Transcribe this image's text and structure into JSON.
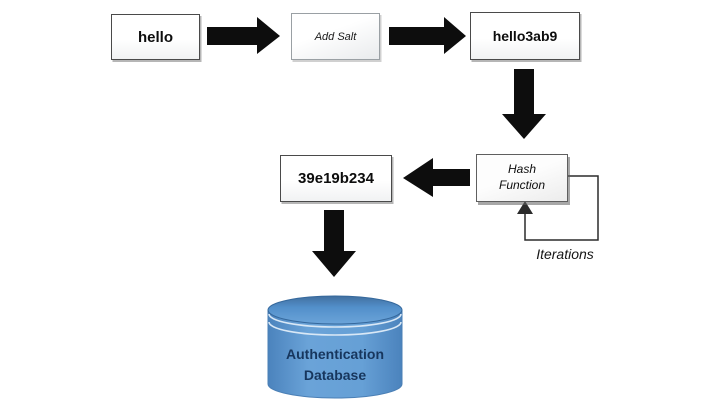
{
  "diagram": {
    "type": "flowchart",
    "subject": "password-salting-and-hashing-flow",
    "nodes": {
      "password_box": {
        "label": "hello"
      },
      "add_salt_box": {
        "label": "Add Salt"
      },
      "salted_box": {
        "label": "hello3ab9"
      },
      "hash_function_box": {
        "line1": "Hash",
        "line2": "Function"
      },
      "hash_output_box": {
        "label": "39e19b234"
      },
      "database": {
        "line1": "Authentication",
        "line2": "Database"
      }
    },
    "labels": {
      "iterations": "Iterations"
    },
    "edges": [
      {
        "from": "password_box",
        "to": "add_salt_box",
        "style": "block-arrow-right"
      },
      {
        "from": "add_salt_box",
        "to": "salted_box",
        "style": "block-arrow-right"
      },
      {
        "from": "salted_box",
        "to": "hash_function_box",
        "style": "block-arrow-down"
      },
      {
        "from": "hash_function_box",
        "to": "hash_output_box",
        "style": "block-arrow-left"
      },
      {
        "from": "hash_output_box",
        "to": "database",
        "style": "block-arrow-down"
      },
      {
        "from": "hash_function_box",
        "to": "hash_function_box",
        "style": "thin-loop",
        "label": "Iterations"
      }
    ],
    "colors": {
      "background": "#ffffff",
      "arrow_fill": "#0d0d0d",
      "loop_line": "#2b2b2b",
      "box_background": "#ffffff",
      "box_border": "#4a4a4a",
      "database_body": "#5b9bd5",
      "database_body_dark": "#4b83bd",
      "database_top": "#528fca",
      "database_rim": "#35689c",
      "database_rings": "#d9e8f6",
      "database_text": "#17365d"
    }
  }
}
